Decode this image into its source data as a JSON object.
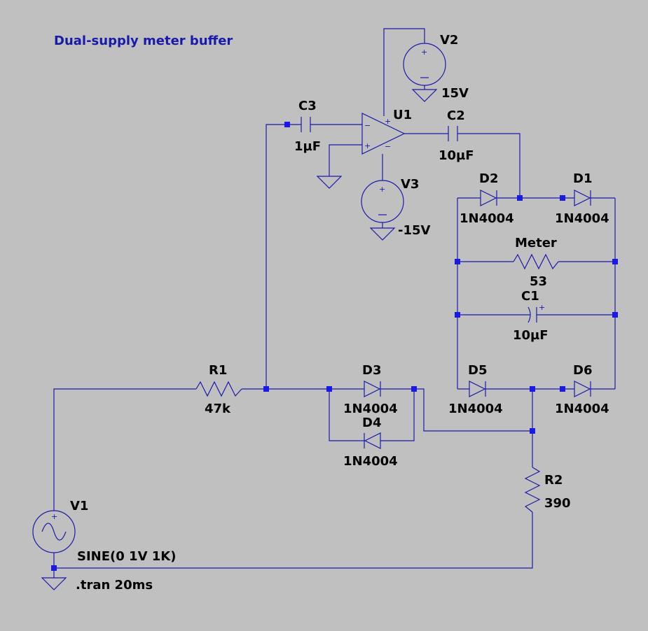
{
  "title": "Dual-supply meter buffer",
  "components": {
    "V1": {
      "ref": "V1",
      "value": "SINE(0 1V 1K)"
    },
    "V2": {
      "ref": "V2",
      "value": "15V"
    },
    "V3": {
      "ref": "V3",
      "value": "-15V"
    },
    "U1": {
      "ref": "U1"
    },
    "R1": {
      "ref": "R1",
      "value": "47k"
    },
    "R2": {
      "ref": "R2",
      "value": "390"
    },
    "Meter": {
      "ref": "Meter",
      "value": "53"
    },
    "C1": {
      "ref": "C1",
      "value": "10µF"
    },
    "C2": {
      "ref": "C2",
      "value": "10µF"
    },
    "C3": {
      "ref": "C3",
      "value": "1µF"
    },
    "D1": {
      "ref": "D1",
      "value": "1N4004"
    },
    "D2": {
      "ref": "D2",
      "value": "1N4004"
    },
    "D3": {
      "ref": "D3",
      "value": "1N4004"
    },
    "D4": {
      "ref": "D4",
      "value": "1N4004"
    },
    "D5": {
      "ref": "D5",
      "value": "1N4004"
    },
    "D6": {
      "ref": "D6",
      "value": "1N4004"
    }
  },
  "directive": ".tran 20ms",
  "colors": {
    "background": "#c0c0c0",
    "wire": "#1a1aaa",
    "node": "#1a1ae6",
    "label": "#000000",
    "title": "#1a1aaa"
  }
}
